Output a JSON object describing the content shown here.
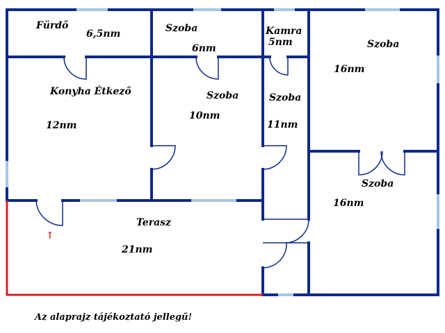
{
  "rooms": {
    "furdo": {
      "name": "Fürdő",
      "area": "6,5nm"
    },
    "szoba_top": {
      "name": "Szoba",
      "area": "6nm"
    },
    "kamra": {
      "name": "Kamra",
      "area": "5nm"
    },
    "szoba_top_right": {
      "name": "Szoba",
      "area": "16nm"
    },
    "konyha": {
      "name": "Konyha Étkező",
      "area": "12nm"
    },
    "szoba_middle": {
      "name": "Szoba",
      "area": "10nm"
    },
    "szoba_narrow": {
      "name": "Szoba",
      "area": "11nm"
    },
    "szoba_bottom_right": {
      "name": "Szoba",
      "area": "16nm"
    },
    "terasz": {
      "name": "Terasz",
      "area": "21nm"
    }
  },
  "note": "Az alaprajz tájékoztató jellegű!",
  "entrance_icon": "red-arrow-up-icon",
  "colors": {
    "wall": "#0d2a8a",
    "window": "#a9c5e3",
    "terrace_edge": "#d42020",
    "entrance_arrow": "#e02020",
    "text": "#000000"
  }
}
